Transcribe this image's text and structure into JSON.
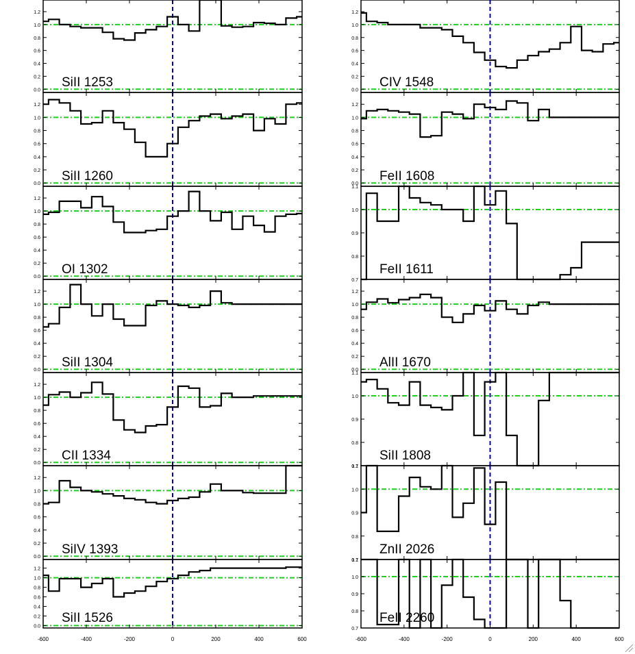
{
  "figure": {
    "x_ticks": [
      "-600",
      "-400",
      "-200",
      "0",
      "200",
      "400",
      "600"
    ],
    "y_ticks_a": [
      "0.0",
      "0.2",
      "0.4",
      "0.6",
      "0.8",
      "1.0",
      "1.2"
    ],
    "y_ticks_b": [
      "0.7",
      "0.8",
      "0.9",
      "1.0",
      "1.1"
    ],
    "colors": {
      "spectrum": "#000000",
      "zero_line": "#0000cc",
      "reference": "#22cc22"
    }
  },
  "chart_data": [
    {
      "type": "line",
      "label": "SiII 1253",
      "xlim": [
        -600,
        600
      ],
      "ylim": [
        -0.05,
        1.38
      ],
      "x": [
        -600,
        -550,
        -500,
        -450,
        -400,
        -350,
        -300,
        -250,
        -200,
        -150,
        -100,
        -50,
        0,
        50,
        100,
        150,
        200,
        250,
        300,
        350,
        400,
        450,
        500,
        550,
        600
      ],
      "y": [
        1.05,
        1.08,
        1.0,
        0.97,
        0.95,
        0.95,
        0.88,
        0.78,
        0.76,
        0.87,
        0.92,
        0.97,
        1.12,
        1.0,
        0.9,
        1.38,
        1.38,
        0.98,
        0.96,
        0.97,
        1.03,
        1.02,
        1.0,
        1.1,
        1.12
      ]
    },
    {
      "type": "line",
      "label": "SiII 1260",
      "xlim": [
        -600,
        600
      ],
      "ylim": [
        -0.05,
        1.38
      ],
      "x": [
        -600,
        -550,
        -500,
        -450,
        -400,
        -350,
        -300,
        -250,
        -200,
        -150,
        -100,
        -50,
        0,
        50,
        100,
        150,
        200,
        250,
        300,
        350,
        400,
        450,
        500,
        550,
        600
      ],
      "y": [
        1.2,
        1.27,
        1.22,
        1.1,
        0.9,
        0.92,
        1.1,
        0.92,
        0.82,
        0.62,
        0.4,
        0.4,
        0.6,
        0.85,
        0.95,
        1.02,
        1.05,
        0.98,
        1.02,
        1.05,
        0.8,
        0.98,
        0.9,
        1.2,
        1.22
      ]
    },
    {
      "type": "line",
      "label": "OI 1302",
      "xlim": [
        -600,
        600
      ],
      "ylim": [
        -0.05,
        1.38
      ],
      "x": [
        -600,
        -550,
        -500,
        -450,
        -400,
        -350,
        -300,
        -250,
        -200,
        -150,
        -100,
        -50,
        0,
        50,
        100,
        150,
        200,
        250,
        300,
        350,
        400,
        450,
        500,
        550,
        600
      ],
      "y": [
        0.95,
        0.98,
        1.15,
        1.15,
        1.05,
        1.22,
        1.07,
        0.83,
        0.67,
        0.67,
        0.7,
        0.72,
        0.92,
        1.0,
        1.3,
        1.0,
        0.85,
        0.98,
        0.72,
        0.92,
        0.78,
        0.68,
        0.92,
        0.95,
        0.96
      ]
    },
    {
      "type": "line",
      "label": "SiII 1304",
      "xlim": [
        -600,
        600
      ],
      "ylim": [
        -0.05,
        1.38
      ],
      "x": [
        -600,
        -550,
        -500,
        -450,
        -400,
        -350,
        -300,
        -250,
        -200,
        -150,
        -100,
        -50,
        0,
        50,
        100,
        150,
        200,
        250,
        300,
        350,
        400,
        450,
        500,
        550,
        600
      ],
      "y": [
        0.65,
        0.7,
        0.95,
        1.3,
        1.0,
        0.82,
        1.0,
        0.77,
        0.67,
        0.67,
        0.98,
        1.05,
        1.0,
        0.98,
        0.95,
        0.98,
        1.2,
        1.02,
        1.0,
        1.0,
        1.0,
        1.0,
        1.0,
        1.0,
        1.0
      ]
    },
    {
      "type": "line",
      "label": "CII 1334",
      "xlim": [
        -600,
        600
      ],
      "ylim": [
        -0.05,
        1.38
      ],
      "x": [
        -600,
        -550,
        -500,
        -450,
        -400,
        -350,
        -300,
        -250,
        -200,
        -150,
        -100,
        -50,
        0,
        50,
        100,
        150,
        200,
        250,
        300,
        350,
        400,
        450,
        500,
        550,
        600
      ],
      "y": [
        0.88,
        1.04,
        1.08,
        1.0,
        1.07,
        1.23,
        1.05,
        0.65,
        0.5,
        0.46,
        0.56,
        0.58,
        0.85,
        1.17,
        1.14,
        0.85,
        0.87,
        1.06,
        1.0,
        1.0,
        1.02,
        1.02,
        1.02,
        1.02,
        1.02
      ]
    },
    {
      "type": "line",
      "label": "SiIV 1393",
      "xlim": [
        -600,
        600
      ],
      "ylim": [
        -0.05,
        1.38
      ],
      "x": [
        -600,
        -550,
        -500,
        -450,
        -400,
        -350,
        -300,
        -250,
        -200,
        -150,
        -100,
        -50,
        0,
        50,
        100,
        150,
        200,
        250,
        300,
        350,
        400,
        450,
        500,
        550,
        600
      ],
      "y": [
        0.8,
        0.82,
        1.15,
        1.05,
        1.0,
        0.98,
        0.95,
        0.92,
        0.88,
        0.86,
        0.82,
        0.8,
        0.85,
        0.88,
        0.9,
        0.98,
        1.1,
        1.0,
        1.0,
        0.97,
        0.96,
        0.96,
        0.96,
        1.38,
        1.38
      ]
    },
    {
      "type": "line",
      "label": "SiII 1526",
      "xlim": [
        -600,
        600
      ],
      "ylim": [
        -0.05,
        1.38
      ],
      "x": [
        -600,
        -550,
        -500,
        -450,
        -400,
        -350,
        -300,
        -250,
        -200,
        -150,
        -100,
        -50,
        0,
        50,
        100,
        150,
        200,
        250,
        300,
        350,
        400,
        450,
        500,
        550,
        600
      ],
      "y": [
        1.05,
        0.72,
        0.98,
        0.98,
        0.8,
        0.88,
        0.98,
        0.6,
        0.68,
        0.72,
        0.82,
        0.92,
        0.98,
        1.05,
        1.12,
        1.15,
        1.2,
        1.2,
        1.2,
        1.2,
        1.2,
        1.2,
        1.2,
        1.22,
        1.22
      ]
    },
    {
      "type": "line",
      "label": "CIV 1548",
      "xlim": [
        -600,
        600
      ],
      "ylim": [
        -0.05,
        1.38
      ],
      "x": [
        -600,
        -550,
        -500,
        -450,
        -400,
        -350,
        -300,
        -250,
        -200,
        -150,
        -100,
        -50,
        0,
        50,
        100,
        150,
        200,
        250,
        300,
        350,
        400,
        450,
        500,
        550,
        600
      ],
      "y": [
        1.18,
        1.05,
        1.03,
        1.0,
        1.0,
        1.0,
        0.95,
        0.95,
        0.92,
        0.82,
        0.72,
        0.57,
        0.45,
        0.35,
        0.33,
        0.45,
        0.52,
        0.58,
        0.62,
        0.72,
        0.97,
        0.6,
        0.58,
        0.7,
        0.72
      ]
    },
    {
      "type": "line",
      "label": "FeII 1608",
      "xlim": [
        -600,
        600
      ],
      "ylim": [
        -0.05,
        1.38
      ],
      "x": [
        -600,
        -550,
        -500,
        -450,
        -400,
        -350,
        -300,
        -250,
        -200,
        -150,
        -100,
        -50,
        0,
        50,
        100,
        150,
        200,
        250,
        300,
        350,
        400,
        450,
        500,
        550,
        600
      ],
      "y": [
        0.98,
        1.1,
        1.12,
        1.1,
        1.08,
        1.05,
        0.7,
        0.72,
        1.08,
        1.05,
        0.98,
        1.2,
        1.15,
        1.12,
        1.25,
        1.22,
        0.95,
        1.12,
        1.0,
        1.0,
        1.0,
        1.0,
        1.0,
        1.0,
        1.0
      ]
    },
    {
      "type": "line",
      "label": "FeII 1611",
      "xlim": [
        -600,
        600
      ],
      "ylim": [
        0.7,
        1.1
      ],
      "x": [
        -600,
        -550,
        -500,
        -450,
        -400,
        -350,
        -300,
        -250,
        -200,
        -150,
        -100,
        -50,
        0,
        50,
        100,
        150,
        200,
        250,
        300,
        350,
        400,
        450,
        500,
        550,
        600
      ],
      "y": [
        0.7,
        1.07,
        0.95,
        0.95,
        1.1,
        1.05,
        1.03,
        1.02,
        1.0,
        1.0,
        0.95,
        1.1,
        1.02,
        1.08,
        0.94,
        0.7,
        0.7,
        0.7,
        0.7,
        0.72,
        0.75,
        0.86,
        0.86,
        0.86,
        0.86
      ]
    },
    {
      "type": "line",
      "label": "AlII 1670",
      "xlim": [
        -600,
        600
      ],
      "ylim": [
        -0.05,
        1.38
      ],
      "x": [
        -600,
        -550,
        -500,
        -450,
        -400,
        -350,
        -300,
        -250,
        -200,
        -150,
        -100,
        -50,
        0,
        50,
        100,
        150,
        200,
        250,
        300,
        350,
        400,
        450,
        500,
        550,
        600
      ],
      "y": [
        0.92,
        1.03,
        1.08,
        1.02,
        1.07,
        1.1,
        1.15,
        1.1,
        0.8,
        0.72,
        0.85,
        0.98,
        0.9,
        1.05,
        0.92,
        0.85,
        0.98,
        1.03,
        1.0,
        1.0,
        1.0,
        1.0,
        1.0,
        1.0,
        1.0
      ]
    },
    {
      "type": "line",
      "label": "SiII 1808",
      "xlim": [
        -600,
        600
      ],
      "ylim": [
        0.7,
        1.1
      ],
      "x": [
        -600,
        -550,
        -500,
        -450,
        -400,
        -350,
        -300,
        -250,
        -200,
        -150,
        -100,
        -50,
        0,
        50,
        100,
        150,
        200,
        250,
        300,
        350,
        400,
        450,
        500,
        550,
        600
      ],
      "y": [
        1.06,
        1.07,
        1.03,
        0.97,
        0.96,
        1.06,
        0.96,
        0.95,
        0.94,
        1.0,
        1.1,
        0.83,
        1.06,
        1.1,
        0.83,
        0.7,
        0.7,
        0.98,
        1.1,
        1.1,
        1.1,
        1.1,
        1.1,
        1.1,
        1.1
      ]
    },
    {
      "type": "line",
      "label": "ZnII 2026",
      "xlim": [
        -600,
        600
      ],
      "ylim": [
        0.7,
        1.1
      ],
      "x": [
        -600,
        -550,
        -500,
        -450,
        -400,
        -350,
        -300,
        -250,
        -200,
        -150,
        -100,
        -50,
        0,
        50,
        100,
        150,
        200,
        250,
        300,
        350,
        400,
        450,
        500,
        550,
        600
      ],
      "y": [
        0.9,
        1.1,
        0.82,
        0.82,
        0.97,
        1.05,
        1.01,
        1.0,
        1.1,
        0.88,
        0.94,
        1.09,
        0.85,
        1.03,
        0.7,
        0.7,
        0.7,
        0.7,
        0.7,
        0.7,
        0.7,
        0.7,
        0.7,
        0.7,
        0.7
      ]
    },
    {
      "type": "line",
      "label": "FeII 2260",
      "xlim": [
        -600,
        600
      ],
      "ylim": [
        0.7,
        1.1
      ],
      "x": [
        -600,
        -550,
        -500,
        -450,
        -400,
        -350,
        -300,
        -250,
        -200,
        -150,
        -100,
        -50,
        0,
        50,
        100,
        150,
        200,
        250,
        300,
        350,
        400,
        450,
        500,
        550,
        600
      ],
      "y": [
        1.1,
        1.1,
        0.72,
        0.72,
        1.1,
        0.7,
        1.1,
        0.7,
        0.95,
        1.1,
        0.88,
        0.75,
        0.7,
        0.7,
        1.1,
        1.1,
        0.7,
        1.1,
        1.1,
        0.86,
        0.7,
        0.7,
        0.7,
        0.7,
        0.7
      ]
    }
  ]
}
